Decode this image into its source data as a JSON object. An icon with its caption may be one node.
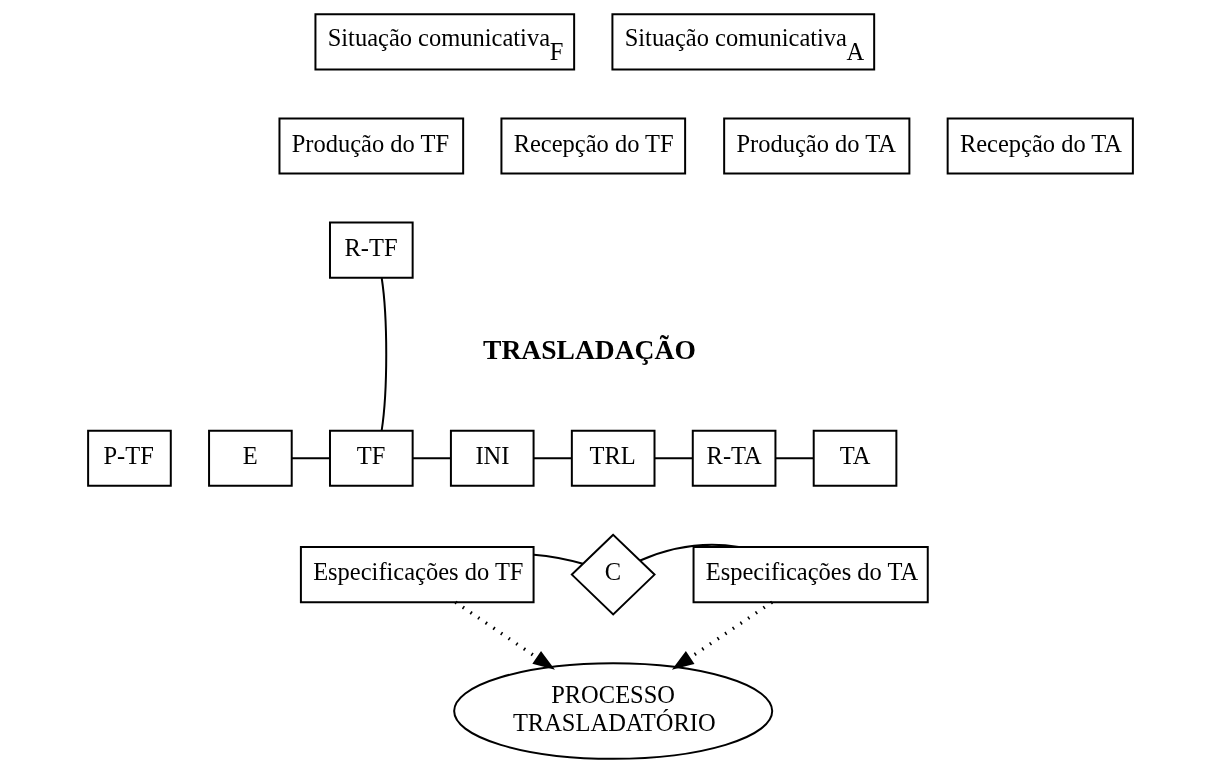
{
  "diagram": {
    "nodes": [
      {
        "text": [
          "Situação comunicativa$_{F}$"
        ]
      },
      {
        "text": [
          "Situação comunicativa$_{A}$"
        ]
      },
      {
        "text": [
          "Produção do TF"
        ]
      },
      {
        "text": [
          "Recepção do TF"
        ]
      },
      {
        "text": [
          "Produção do TA"
        ]
      },
      {
        "text": [
          "Recepção do TA"
        ]
      },
      {
        "text": [
          "R-TF"
        ]
      },
      {
        "text": [
          "P-TF"
        ]
      },
      {
        "text": [
          "E"
        ]
      },
      {
        "text": [
          "TF"
        ]
      },
      {
        "text": [
          "INI"
        ]
      },
      {
        "text": [
          "TRL"
        ]
      },
      {
        "text": [
          "R-TA"
        ]
      },
      {
        "text": [
          "TA"
        ]
      },
      {
        "text": [
          "Especificações do TF"
        ]
      },
      {
        "text": [
          "C"
        ]
      },
      {
        "text": [
          "Especificações do TA"
        ]
      },
      {
        "text": [
          "PROCESSO TRASLADATÓRIO"
        ]
      }
    ],
    "edges": [
      {
        "from": 8,
        "to": 9,
        "arrow": "none"
      },
      {
        "from": 9,
        "to": 6,
        "arrow": "none"
      },
      {
        "from": 9,
        "to": 10,
        "arrow": "none"
      },
      {
        "from": 10,
        "to": 11,
        "arrow": "none"
      },
      {
        "from": 11,
        "to": 12,
        "arrow": "none"
      },
      {
        "from": 12,
        "to": 13,
        "arrow": "none"
      },
      {
        "from": 14,
        "to": 15,
        "arrow": "none"
      },
      {
        "from": 15,
        "to": 16,
        "arrow": "none"
      },
      {
        "from": 14,
        "to": 17,
        "arrow": "to",
        "style": "dashed"
      },
      {
        "from": 16,
        "to": 17,
        "arrow": "to",
        "style": "dashed"
      }
    ],
    "labels": [
      "TRASLADAÇÃO"
    ]
  }
}
